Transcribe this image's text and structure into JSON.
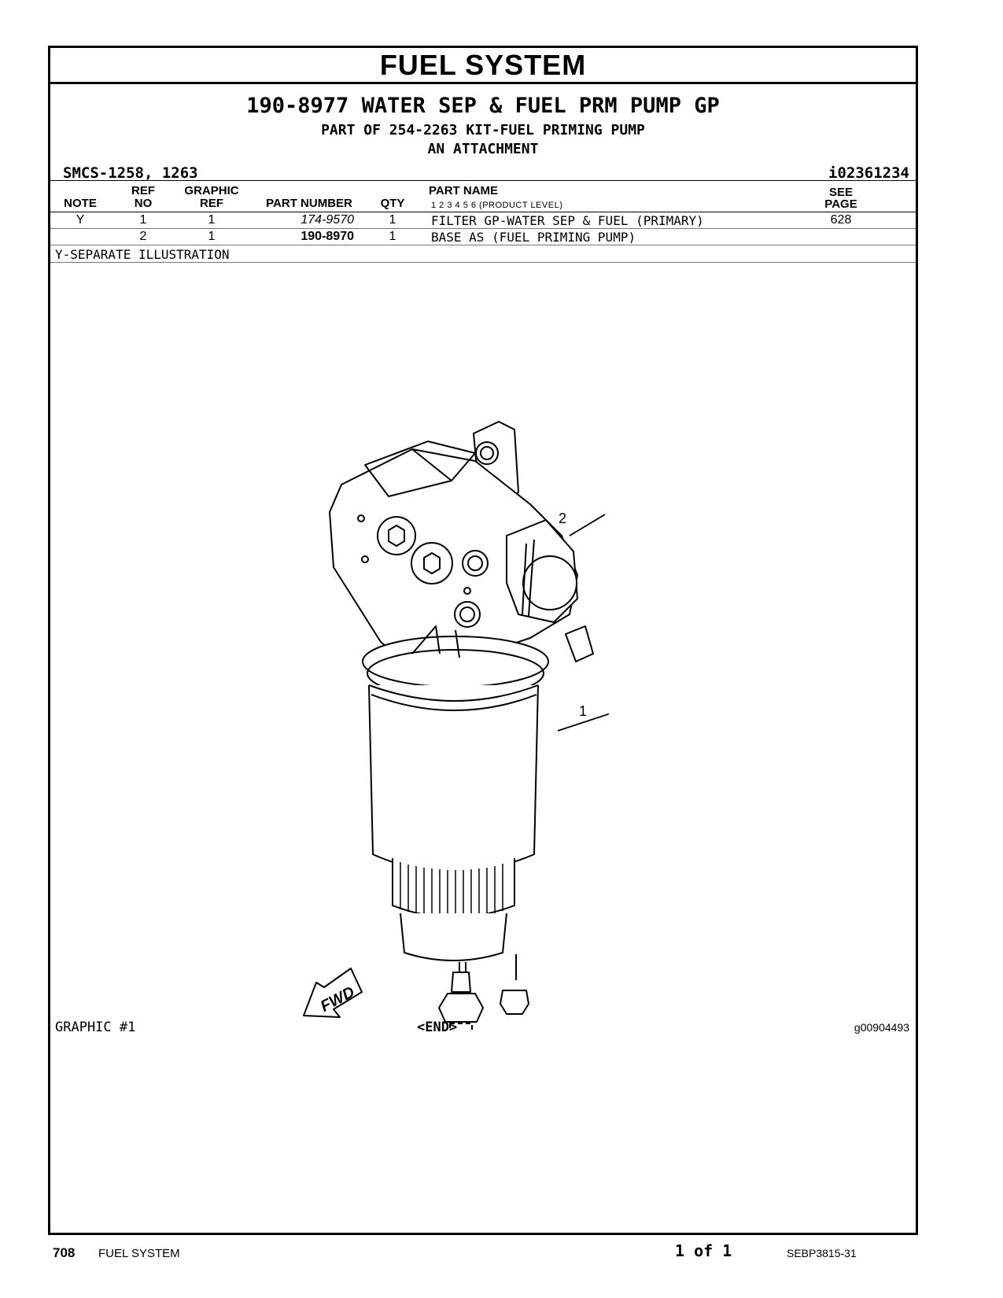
{
  "header": {
    "section_title": "FUEL SYSTEM",
    "group_title": "190-8977 WATER SEP & FUEL PRM PUMP GP",
    "part_of": "PART OF 254-2263 KIT-FUEL PRIMING PUMP",
    "attachment": "AN ATTACHMENT",
    "smcs": "SMCS-1258, 1263",
    "doc_id": "i02361234"
  },
  "table": {
    "columns": {
      "note": "NOTE",
      "ref_no_1": "REF",
      "ref_no_2": "NO",
      "graphic_ref_1": "GRAPHIC",
      "graphic_ref_2": "REF",
      "part_number": "PART NUMBER",
      "qty": "QTY",
      "part_name": "PART NAME",
      "product_level": "1   2   3   4   5   6   (PRODUCT LEVEL)",
      "see_page_1": "SEE",
      "see_page_2": "PAGE"
    },
    "rows": [
      {
        "note": "Y",
        "ref_no": "1",
        "graphic_ref": "1",
        "part_number": "174-9570",
        "qty": "1",
        "part_name": "FILTER GP-WATER SEP & FUEL (PRIMARY)",
        "see_page": "628"
      },
      {
        "note": "",
        "ref_no": "2",
        "graphic_ref": "1",
        "part_number": "190-8970",
        "qty": "1",
        "part_name": "BASE AS (FUEL PRIMING PUMP)",
        "see_page": ""
      }
    ]
  },
  "notes": {
    "legend": "Y-SEPARATE ILLUSTRATION"
  },
  "illustration": {
    "callouts": [
      "2",
      "1"
    ],
    "fwd_label": "FWD",
    "graphic_label": "GRAPHIC #1",
    "end_marker": "<END>",
    "graphic_number": "g00904493"
  },
  "footer": {
    "page_number": "708",
    "section": "FUEL SYSTEM",
    "page_count": "1 of 1",
    "doc_number": "SEBP3815-31"
  }
}
